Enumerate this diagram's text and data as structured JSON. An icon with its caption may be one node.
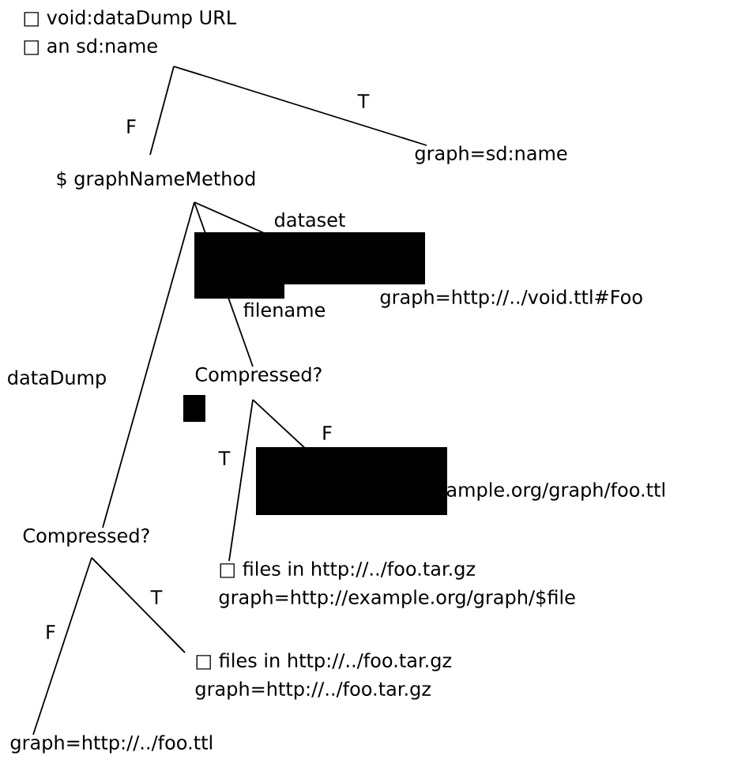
{
  "diagram": {
    "nodes": [
      {
        "text": [
          "□ void:dataDump URL",
          "□ an sd:name"
        ]
      },
      {
        "text": [
          "graph=sd:name"
        ]
      },
      {
        "text": [
          "$ graphNameMethod"
        ]
      },
      {
        "text": [
          "graph=http://../void.ttl#Foo"
        ]
      },
      {
        "text": [
          "Compressed?"
        ]
      },
      {
        "text": [
          "ample.org/graph/foo.ttl"
        ]
      },
      {
        "text": [
          "□ files in http://../foo.tar.gz",
          "graph=http://example.org/graph/$file"
        ]
      },
      {
        "text": [
          "Compressed?"
        ]
      },
      {
        "text": [
          "□ files in http://../foo.tar.gz",
          "graph=http://../foo.tar.gz"
        ]
      },
      {
        "text": [
          "graph=http://../foo.ttl"
        ]
      }
    ],
    "edges": [
      {
        "from": 0,
        "to": 2,
        "arrow": "none",
        "label": "F"
      },
      {
        "from": 0,
        "to": 1,
        "arrow": "none",
        "label": "T"
      },
      {
        "from": 2,
        "to": 3,
        "arrow": "none",
        "label": "dataset"
      },
      {
        "from": 2,
        "to": 4,
        "arrow": "none",
        "label": "filename"
      },
      {
        "from": 2,
        "to": 7,
        "arrow": "none",
        "label": "dataDump"
      },
      {
        "from": 4,
        "to": 6,
        "arrow": "none",
        "label": "T"
      },
      {
        "from": 4,
        "to": 5,
        "arrow": "none",
        "label": "F"
      },
      {
        "from": 7,
        "to": 8,
        "arrow": "none",
        "label": "T"
      },
      {
        "from": 7,
        "to": 9,
        "arrow": "none",
        "label": "F"
      }
    ]
  }
}
